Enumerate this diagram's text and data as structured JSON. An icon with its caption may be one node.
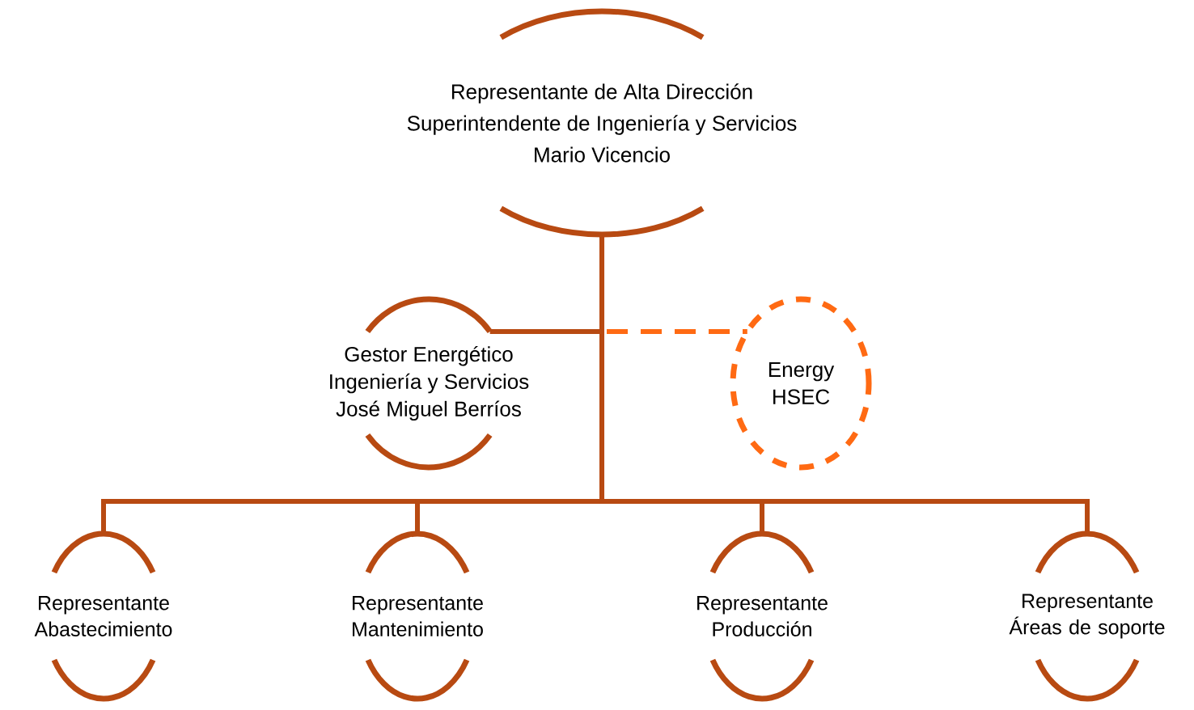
{
  "diagram": {
    "nodes": [
      {
        "text": [
          "Representante de Alta Dirección",
          "Superintendente de Ingeniería y Servicios",
          "Mario Vicencio"
        ]
      },
      {
        "text": [
          "Gestor Energético",
          "Ingeniería y Servicios",
          "José Miguel Berríos"
        ]
      },
      {
        "text": [
          "Energy",
          "HSEC"
        ]
      },
      {
        "text": [
          "Representante Abastecimiento"
        ]
      },
      {
        "text": [
          "Representante Mantenimiento"
        ]
      },
      {
        "text": [
          "Representante Producción"
        ]
      },
      {
        "text": [
          "Representante Áreas de soporte"
        ]
      }
    ],
    "edges": [
      {
        "from": 0,
        "to": 1,
        "arrow": "none"
      },
      {
        "from": 0,
        "to": 2,
        "arrow": "none",
        "style": "dashed",
        "color": "#ff6a13"
      },
      {
        "from": 0,
        "to": 3,
        "arrow": "none"
      },
      {
        "from": 0,
        "to": 4,
        "arrow": "none"
      },
      {
        "from": 0,
        "to": 5,
        "arrow": "none"
      },
      {
        "from": 0,
        "to": 6,
        "arrow": "none"
      }
    ]
  }
}
